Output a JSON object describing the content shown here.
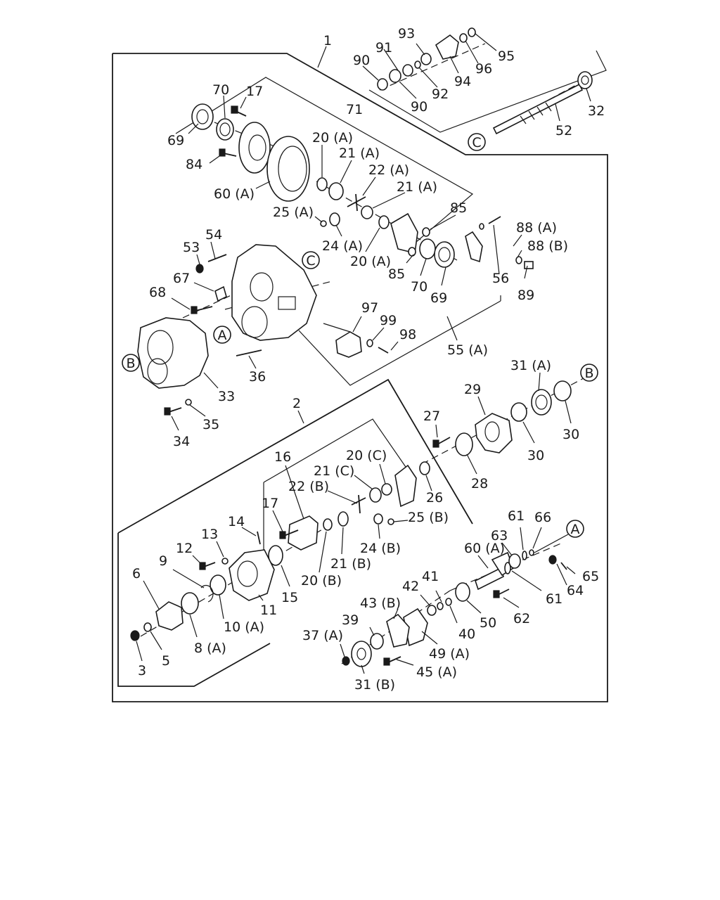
{
  "labels": {
    "l1": "1",
    "l2": "2",
    "l3": "3",
    "l5": "5",
    "l6": "6",
    "l8a": "8 (A)",
    "l9": "9",
    "l10a": "10 (A)",
    "l11": "11",
    "l12": "12",
    "l13": "13",
    "l14": "14",
    "l15": "15",
    "l16": "16",
    "l17a": "17",
    "l17b": "17",
    "l20a1": "20 (A)",
    "l20a2": "20 (A)",
    "l20b": "20 (B)",
    "l20c": "20 (C)",
    "l21a1": "21 (A)",
    "l21a2": "21 (A)",
    "l21b": "21 (B)",
    "l21c": "21 (C)",
    "l22a": "22 (A)",
    "l22b": "22 (B)",
    "l24a": "24 (A)",
    "l24b": "24 (B)",
    "l25a": "25 (A)",
    "l25b": "25 (B)",
    "l26": "26",
    "l27": "27",
    "l28": "28",
    "l29": "29",
    "l30a": "30",
    "l30b": "30",
    "l31a": "31 (A)",
    "l31b": "31 (B)",
    "l32": "32",
    "l33": "33",
    "l34": "34",
    "l35": "35",
    "l36": "36",
    "l37a": "37 (A)",
    "l39": "39",
    "l40": "40",
    "l41": "41",
    "l42": "42",
    "l43b": "43 (B)",
    "l45a": "45 (A)",
    "l49a": "49 (A)",
    "l50": "50",
    "l52": "52",
    "l53": "53",
    "l54": "54",
    "l55a": "55 (A)",
    "l56": "56",
    "l60a1": "60 (A)",
    "l60a2": "60 (A)",
    "l61a": "61",
    "l61b": "61",
    "l62": "62",
    "l63": "63",
    "l64": "64",
    "l65": "65",
    "l66": "66",
    "l67": "67",
    "l68": "68",
    "l69a": "69",
    "l69b": "69",
    "l70a": "70",
    "l70b": "70",
    "l71": "71",
    "l84": "84",
    "l85a": "85",
    "l85b": "85",
    "l88a": "88 (A)",
    "l88b": "88 (B)",
    "l89": "89",
    "l90a": "90",
    "l90b": "90",
    "l91": "91",
    "l92": "92",
    "l93": "93",
    "l94": "94",
    "l95": "95",
    "l96": "96",
    "l97": "97",
    "l98": "98",
    "l99": "99"
  },
  "refs": {
    "A": "A",
    "B": "B",
    "C": "C"
  }
}
